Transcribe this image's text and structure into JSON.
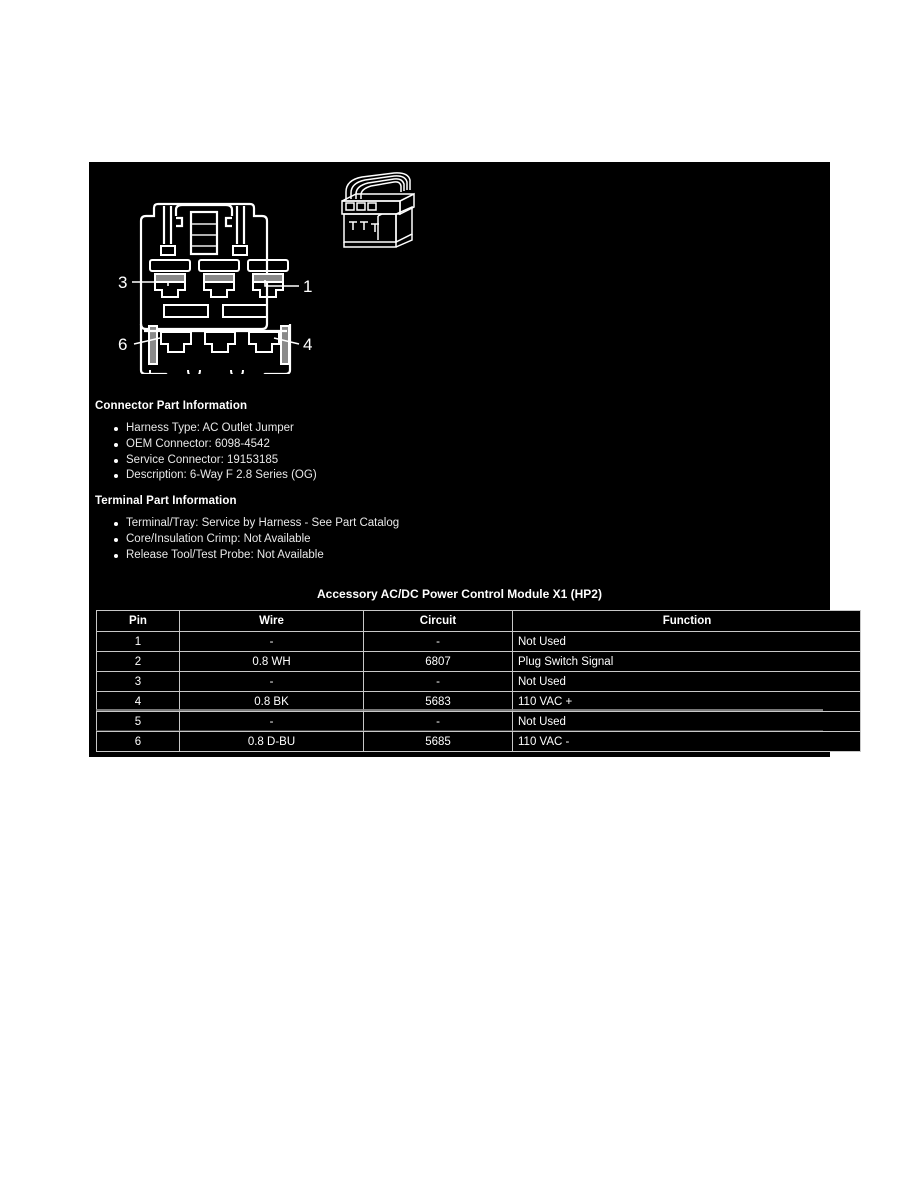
{
  "panel": {
    "background_color": "#000000",
    "text_color": "#ffffff"
  },
  "diagram": {
    "view_label": "connector-face-view",
    "callouts": [
      {
        "number": "3",
        "position": "top-left"
      },
      {
        "number": "1",
        "position": "top-right"
      },
      {
        "number": "6",
        "position": "bottom-left"
      },
      {
        "number": "4",
        "position": "bottom-right"
      }
    ],
    "secondary_view_label": "connector-isometric-view"
  },
  "connector_part_information": {
    "heading": "Connector Part Information",
    "items": [
      "Harness Type: AC Outlet Jumper",
      "OEM Connector: 6098-4542",
      "Service Connector: 19153185",
      "Description: 6-Way F 2.8 Series (OG)"
    ]
  },
  "terminal_part_information": {
    "heading": "Terminal Part Information",
    "items": [
      "Terminal/Tray: Service by Harness - See Part Catalog",
      "Core/Insulation Crimp: Not Available",
      "Release Tool/Test Probe: Not Available"
    ]
  },
  "pin_table": {
    "title": "Accessory AC/DC Power Control Module X1 (HP2)",
    "columns": [
      "Pin",
      "Wire",
      "Circuit",
      "Function"
    ],
    "rows": [
      {
        "pin": "1",
        "wire": "-",
        "circuit": "-",
        "function": "Not Used"
      },
      {
        "pin": "2",
        "wire": "0.8 WH",
        "circuit": "6807",
        "function": "Plug Switch Signal"
      },
      {
        "pin": "3",
        "wire": "-",
        "circuit": "-",
        "function": "Not Used"
      },
      {
        "pin": "4",
        "wire": "0.8 BK",
        "circuit": "5683",
        "function": "110 VAC +"
      },
      {
        "pin": "5",
        "wire": "-",
        "circuit": "-",
        "function": "Not Used"
      },
      {
        "pin": "6",
        "wire": "0.8 D-BU",
        "circuit": "5685",
        "function": "110 VAC -"
      }
    ]
  }
}
